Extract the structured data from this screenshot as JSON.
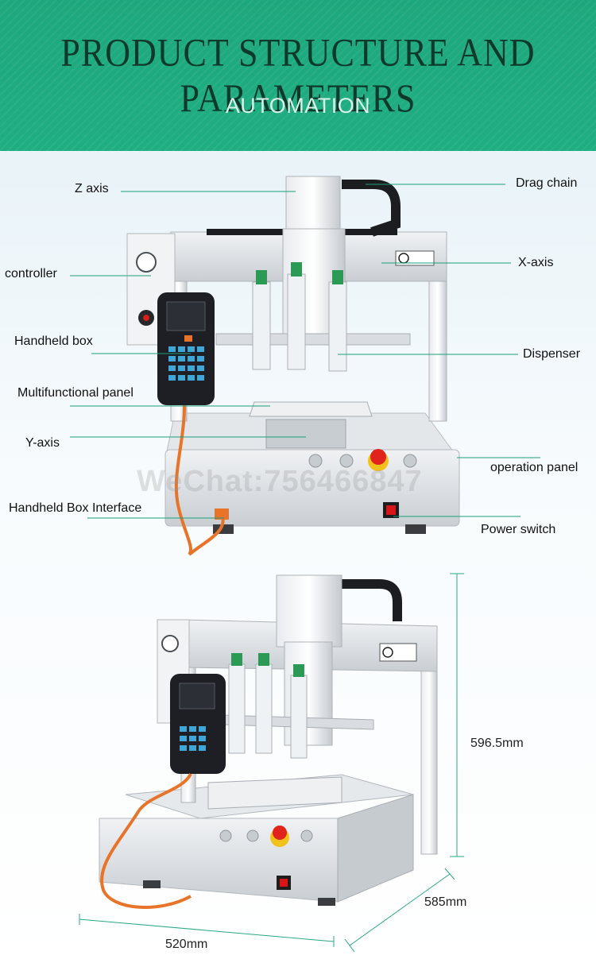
{
  "header": {
    "title": "PRODUCT STRUCTURE AND PARAMETERS",
    "subtitle": "AUTOMATION"
  },
  "watermark": "WeChat:756466847",
  "labels": {
    "z_axis": "Z axis",
    "drag_chain": "Drag chain",
    "controller": "controller",
    "x_axis": "X-axis",
    "handheld_box": "Handheld box",
    "dispenser": "Dispenser",
    "multifunctional_panel": "Multifunctional panel",
    "y_axis": "Y-axis",
    "operation_panel": "operation panel",
    "handheld_box_interface": "Handheld Box Interface",
    "power_switch": "Power switch"
  },
  "dimensions": {
    "height": "596.5mm",
    "depth": "585mm",
    "width": "520mm"
  },
  "colors": {
    "header_green": "#1fae82",
    "leader_line": "#1a9e7a",
    "dimension_line": "#2aa886",
    "machine_frame": "#d5d9dd",
    "emergency_stop": "#e0231c",
    "pendant": "#1d1f24",
    "cable": "#e8742a"
  }
}
